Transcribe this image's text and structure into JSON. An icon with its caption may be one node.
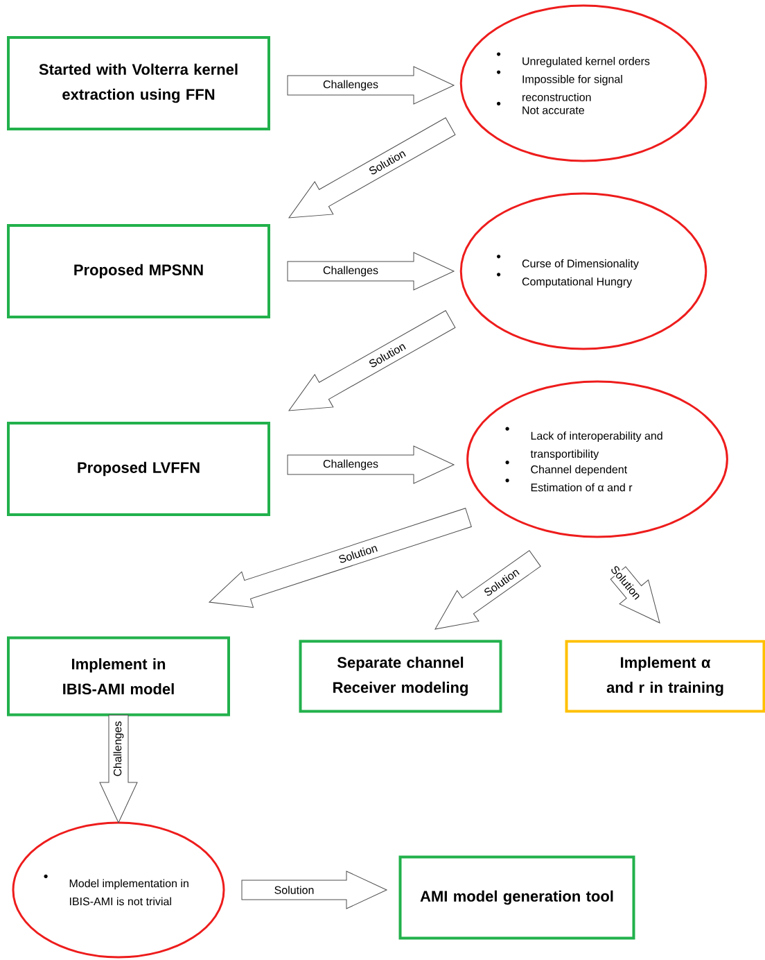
{
  "diagram": {
    "nodes": [
      {
        "text": [
          "Started with Volterra kernel extraction using FFN"
        ]
      },
      {
        "text": [
          "Unregulated kernel orders",
          "Impossible for signal reconstruction",
          "Not accurate"
        ]
      },
      {
        "text": [
          "Proposed MPSNN"
        ]
      },
      {
        "text": [
          "Curse of Dimensionality",
          "Computational Hungry"
        ]
      },
      {
        "text": [
          "Proposed LVFFN"
        ]
      },
      {
        "text": [
          "Lack of interoperability and transportibility",
          "Channel dependent",
          "Estimation of α and r"
        ]
      },
      {
        "text": [
          "Implement in IBIS-AMI model"
        ]
      },
      {
        "text": [
          "Separate channel Receiver modeling"
        ]
      },
      {
        "text": [
          "Implement α and r in training"
        ]
      },
      {
        "text": [
          "Model implementation in IBIS-AMI is not trivial"
        ]
      },
      {
        "text": [
          "AMI model generation tool"
        ]
      }
    ],
    "edges": [
      {
        "from": 0,
        "to": 1,
        "arrow": "to",
        "label": "Challenges"
      },
      {
        "from": 1,
        "to": 2,
        "arrow": "to",
        "label": "Solution"
      },
      {
        "from": 2,
        "to": 3,
        "arrow": "to",
        "label": "Challenges"
      },
      {
        "from": 3,
        "to": 4,
        "arrow": "to",
        "label": "Solution"
      },
      {
        "from": 4,
        "to": 5,
        "arrow": "to",
        "label": "Challenges"
      },
      {
        "from": 5,
        "to": 6,
        "arrow": "to",
        "label": "Solution"
      },
      {
        "from": 5,
        "to": 7,
        "arrow": "to",
        "label": "Solution"
      },
      {
        "from": 5,
        "to": 8,
        "arrow": "to",
        "label": "Solution"
      },
      {
        "from": 6,
        "to": 9,
        "arrow": "to",
        "label": "Challenges"
      },
      {
        "from": 9,
        "to": 10,
        "arrow": "to",
        "label": "Solution"
      }
    ]
  }
}
